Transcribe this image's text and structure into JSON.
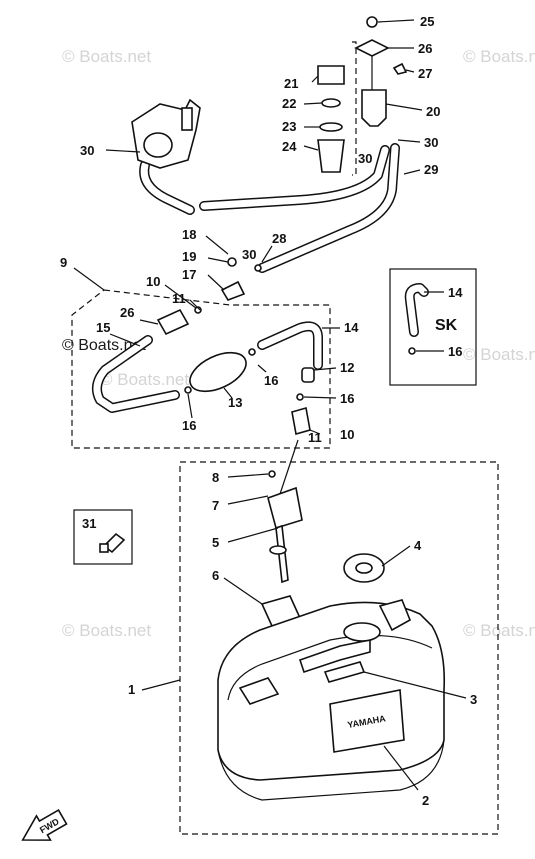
{
  "watermarks": [
    "© Boats.net",
    "© Boats.net",
    "© Boats.net",
    "© Boats.net",
    "© Boats.net",
    "© Boats.net",
    "© Boats.net"
  ],
  "callouts": [
    "25",
    "26",
    "27",
    "21",
    "22",
    "20",
    "23",
    "24",
    "30",
    "30",
    "30",
    "29",
    "18",
    "28",
    "19",
    "30",
    "17",
    "9",
    "10",
    "11",
    "26",
    "15",
    "14",
    "12",
    "16",
    "13",
    "16",
    "16",
    "11",
    "10",
    "8",
    "7",
    "4",
    "5",
    "31",
    "6",
    "1",
    "3",
    "2",
    "14",
    "16"
  ],
  "inset_label": "SK",
  "fwd_label": "FWD",
  "tank_brand": "YAMAHA"
}
